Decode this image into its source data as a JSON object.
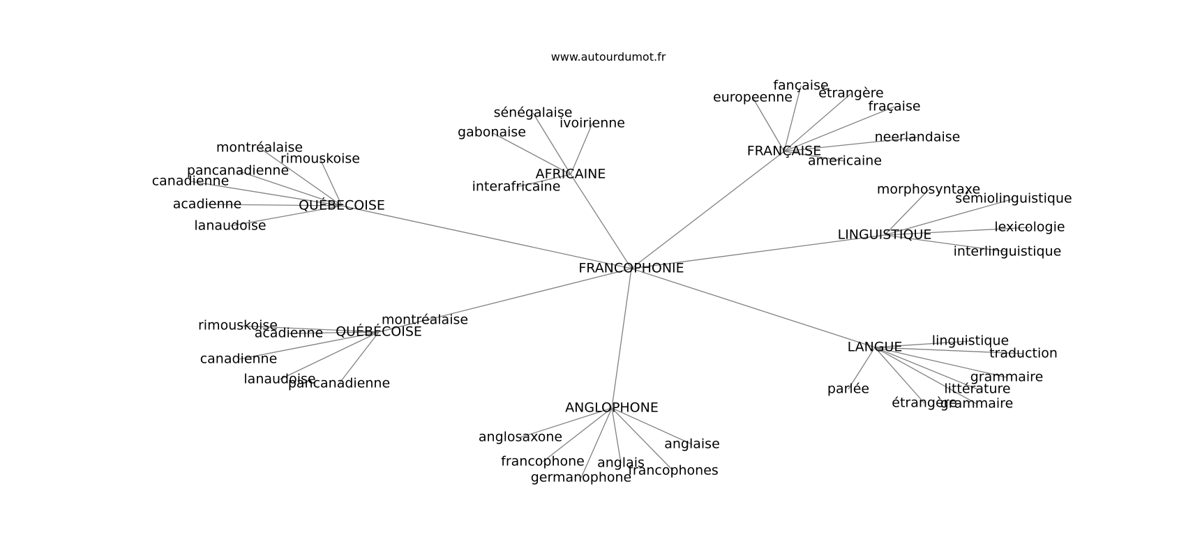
{
  "source": "www.autourdumot.fr",
  "root": "FRANCOPHONIE",
  "branches": [
    {
      "id": "quebecoise-1",
      "label": "QUÉBECOISE",
      "leaves": [
        "montréalaise",
        "rimouskoise",
        "pancanadienne",
        "canadienne",
        "acadienne",
        "lanaudoise"
      ]
    },
    {
      "id": "africaine",
      "label": "AFRICAINE",
      "leaves": [
        "sénégalaise",
        "ivoirienne",
        "gabonaise",
        "interafricaine"
      ]
    },
    {
      "id": "francaise",
      "label": "FRANÇAISE",
      "leaves": [
        "fançaise",
        "europeenne",
        "étrangère",
        "fraçaise",
        "neerlandaise",
        "americaine"
      ]
    },
    {
      "id": "linguistique",
      "label": "LINGUISTIQUE",
      "leaves": [
        "morphosyntaxe",
        "sémiolinguistique",
        "lexicologie",
        "interlinguistique"
      ]
    },
    {
      "id": "langue",
      "label": "LANGUE",
      "leaves": [
        "linguistique",
        "traduction",
        "grammaire",
        "littérature",
        "grammaire",
        "étrangère",
        "parlée"
      ]
    },
    {
      "id": "anglophone",
      "label": "ANGLOPHONE",
      "leaves": [
        "anglosaxone",
        "anglaise",
        "francophone",
        "anglais",
        "francophones",
        "germanophone"
      ]
    },
    {
      "id": "quebecoise-2",
      "label": "QUÉBÉCOISE",
      "leaves": [
        "montréalaise",
        "rimouskoise",
        "acadienne",
        "canadienne",
        "lanaudoise",
        "pancanadienne"
      ]
    }
  ]
}
